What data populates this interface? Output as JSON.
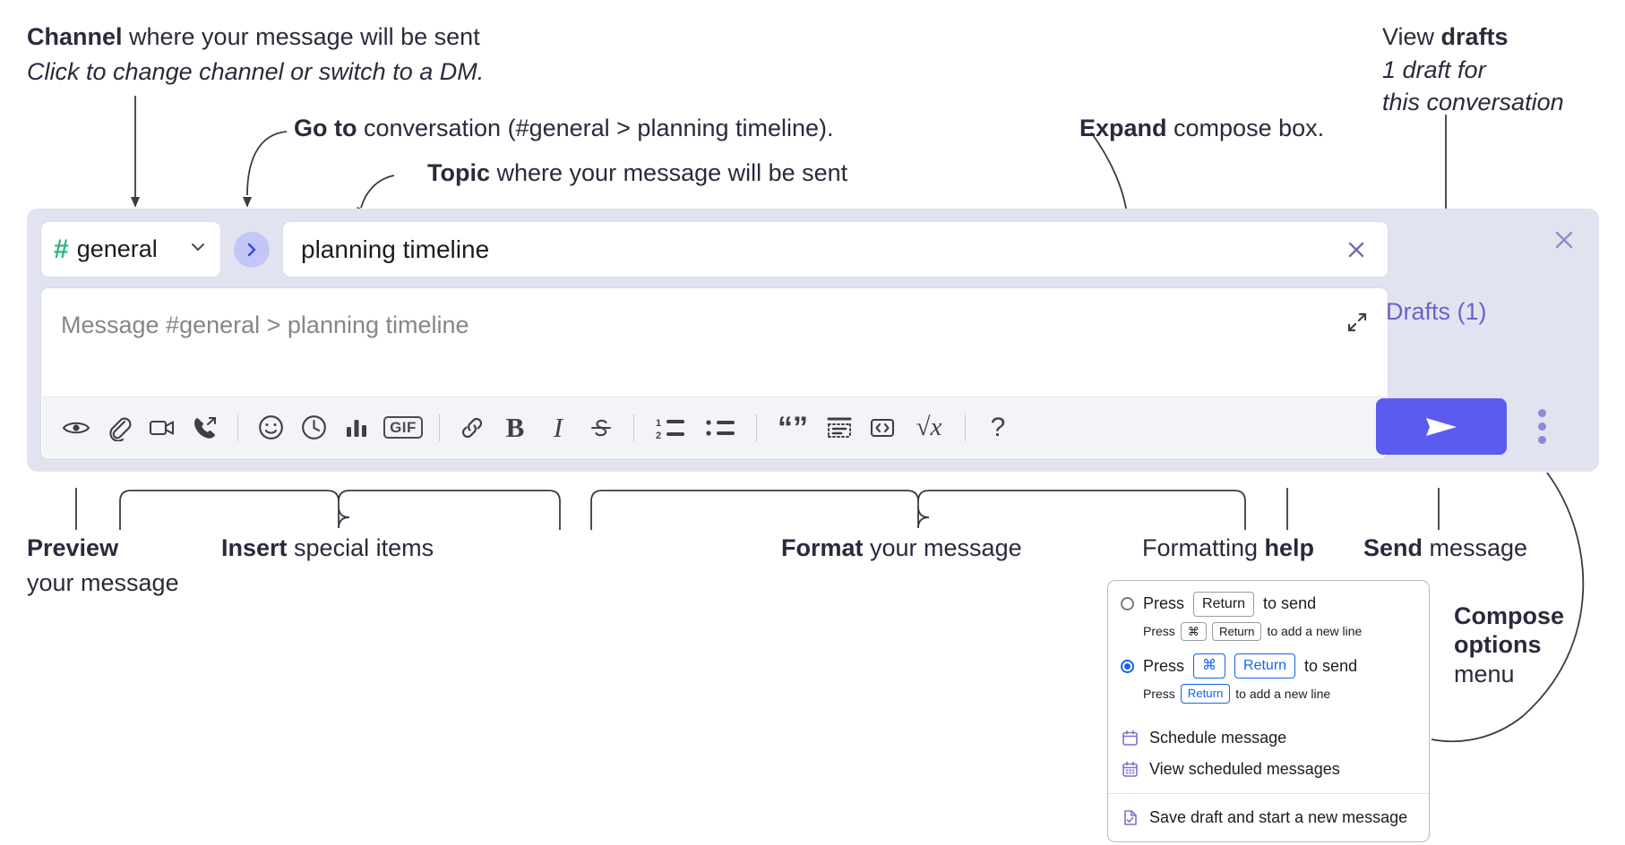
{
  "annotations": {
    "channel": {
      "bold": "Channel",
      "rest": " where your message will be sent",
      "italic": "Click to change channel or switch to a DM."
    },
    "goto": {
      "bold": "Go to",
      "rest": " conversation (#general > planning timeline)."
    },
    "topic": {
      "bold": "Topic",
      "rest": " where your message will be sent"
    },
    "expand": {
      "bold": "Expand",
      "rest": " compose box."
    },
    "drafts": {
      "plain": "View ",
      "bold": "drafts",
      "italic1": "1 draft for",
      "italic2": "this conversation"
    },
    "preview": {
      "bold": "Preview",
      "line2": "your message"
    },
    "insert": {
      "bold": "Insert",
      "rest": " special items"
    },
    "format": {
      "bold": "Format",
      "rest": " your message"
    },
    "help": {
      "plain": "Formatting ",
      "bold": "help"
    },
    "send": {
      "bold": "Send",
      "rest": " message"
    },
    "compose_options": {
      "bold1": "Compose",
      "bold2": "options",
      "rest": "menu"
    }
  },
  "compose": {
    "channel_name": "general",
    "hash_symbol": "#",
    "topic_value": "planning timeline",
    "message_placeholder": "Message #general > planning timeline",
    "drafts_label": "Drafts (1)",
    "gif_label": "GIF",
    "bold_glyph": "B",
    "italic_glyph": "I",
    "quote_glyph": "“”",
    "sqrt_glyph": "√x",
    "help_glyph": "?",
    "toolbar_items": [
      {
        "name": "preview-icon",
        "label": "Preview"
      },
      {
        "name": "attachment-icon",
        "label": "Attach file"
      },
      {
        "name": "video-icon",
        "label": "Record video clip"
      },
      {
        "name": "audio-call-icon",
        "label": "Record audio clip"
      },
      {
        "name": "emoji-icon",
        "label": "Emoji"
      },
      {
        "name": "clock-icon",
        "label": "Reminder"
      },
      {
        "name": "poll-icon",
        "label": "Poll"
      },
      {
        "name": "gif-icon",
        "label": "GIF"
      },
      {
        "name": "link-icon",
        "label": "Link"
      },
      {
        "name": "bold-icon",
        "label": "Bold"
      },
      {
        "name": "italic-icon",
        "label": "Italic"
      },
      {
        "name": "strikethrough-icon",
        "label": "Strikethrough"
      },
      {
        "name": "ordered-list-icon",
        "label": "Ordered list"
      },
      {
        "name": "bulleted-list-icon",
        "label": "Bulleted list"
      },
      {
        "name": "blockquote-icon",
        "label": "Blockquote"
      },
      {
        "name": "code-block-icon",
        "label": "Code block"
      },
      {
        "name": "code-icon",
        "label": "Code"
      },
      {
        "name": "equation-icon",
        "label": "Equation"
      },
      {
        "name": "help-icon",
        "label": "Formatting help"
      }
    ]
  },
  "menu": {
    "option1": {
      "main_pre": "Press",
      "main_key": "Return",
      "main_post": "to send",
      "sub_pre": "Press",
      "sub_key1": "⌘",
      "sub_key2": "Return",
      "sub_post": "to add a new line",
      "selected": false
    },
    "option2": {
      "main_pre": "Press",
      "main_key1": "⌘",
      "main_key2": "Return",
      "main_post": "to send",
      "sub_pre": "Press",
      "sub_key": "Return",
      "sub_post": "to add a new line",
      "selected": true
    },
    "items": [
      {
        "icon": "calendar-icon",
        "label": "Schedule message"
      },
      {
        "icon": "calendar-grid-icon",
        "label": "View scheduled messages"
      },
      {
        "icon": "save-draft-icon",
        "label": "Save draft and start a new message"
      }
    ]
  },
  "colors": {
    "panel_bg": "#e2e3f0",
    "send_button": "#5b5bf0",
    "accent_blue": "#1264f1",
    "hash_green": "#2eb67d",
    "drafts_purple": "#6b63c9",
    "menu_icon_purple": "#7b73d4"
  }
}
